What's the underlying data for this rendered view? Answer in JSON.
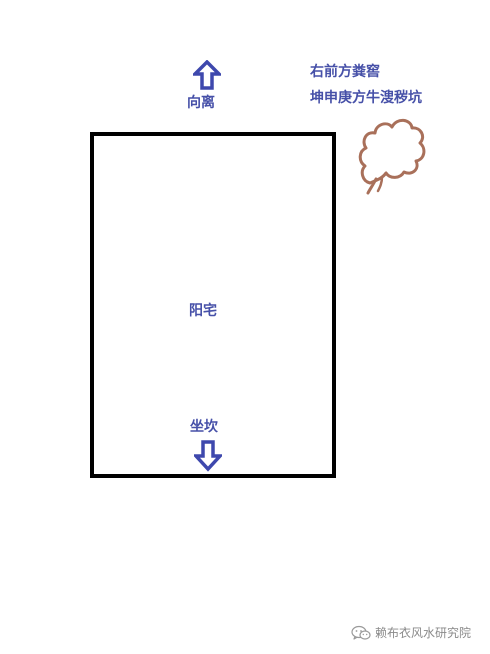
{
  "labels": {
    "facing": "向离",
    "house": "阳宅",
    "sitting": "坐坎",
    "note_line_1": "右前方粪窖",
    "note_line_2": "坤申庚方牛溲秽坑"
  },
  "watermark": {
    "icon": "wechat-icon",
    "text": "赖布衣风水研究院"
  },
  "colors": {
    "label_text": "#4650a8",
    "arrow_fill": "#ffffff",
    "arrow_stroke": "#3e48ad",
    "house_outline": "#000000",
    "pit_outline": "#a9705a",
    "watermark_text": "#8a8a8a"
  }
}
